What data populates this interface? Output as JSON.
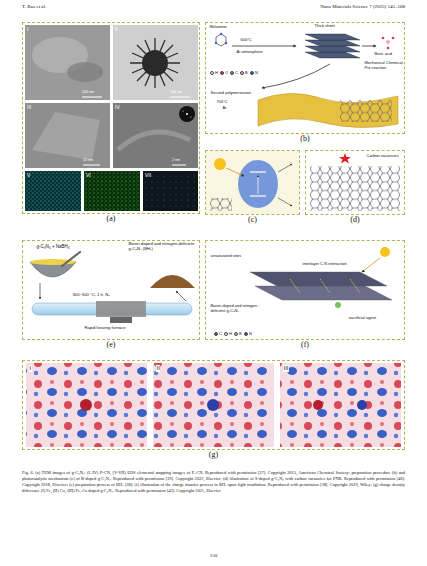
{
  "diagram": {
    "caption": "Fig. 6. (a) TEM images of g-C₃N₄: (I–IV) P-CN, (V-VII) EDS elemental mapping images of P–CN. Reproduced with permission [37]. Copyright 2015, American Chemical Society; preparation procedure (b) and photocatalytic mechanism (c) of B-doped g-C₃N₄. Reproduced with permission [39]. Copyright 2022, Elsevier; (d) illustration of S-doped g-C₃N₄ with carbon vacancies for PNR. Reproduced with permission [40]. Copyright 2018, Elsevier; (e) preparation process of BHₓ [38]; (f) illustration of the charge transfer process in BHₓ upon light irradiation. Reproduced with permission [38]. Copyright 2019, Wiley; (g) charge density difference (I) Fe, (II) Co, (III) Fe–Co doped g-C₃N₄. Reproduced with permission [43]. Copyright 2021, Elsevier.",
    "nodes": [
      {
        "text": [
          "(a)"
        ]
      },
      {
        "text": [
          "(b)"
        ]
      },
      {
        "text": [
          "(c)"
        ]
      },
      {
        "text": [
          "(d)"
        ]
      },
      {
        "text": [
          "(e)"
        ]
      },
      {
        "text": [
          "(f)"
        ]
      },
      {
        "text": [
          "(g)"
        ]
      }
    ],
    "labels": [
      "T. Bao et al.",
      "Nano Materials Science 7 (2025) 145–168",
      "I",
      "II",
      "III",
      "IV",
      "V",
      "VI",
      "VII",
      "500 nm",
      "500 nm",
      "50 nm",
      "2 nm",
      "Melamine",
      "600°C",
      "Ar atmosphere",
      "Thick sheet",
      "Boric acid",
      "Mechanical Chemical Pre-reaction",
      "Second polymerization",
      "700°C",
      "Ar",
      "Carbon vacancies",
      "g-C₃N₄ + NaBH₄",
      "Boron-doped and nitrogen-deficient g-C₃N₄ (BHₓ)",
      "300~500 °C, 1 h, N₂",
      "Rapid heating furnace",
      "unsaturated sites",
      "interlayer C-N interaction",
      "Boron-doped and nitrogen-deficient g-C₃N₄",
      "sacrificial agent",
      "I",
      "II",
      "III",
      "150"
    ],
    "legend": [
      {
        "text": "H",
        "color": "#f2f2f2"
      },
      {
        "text": "O",
        "color": "#e23b3b"
      },
      {
        "text": "C",
        "color": "#8a8a8a"
      },
      {
        "text": "B",
        "color": "#f4a6c8"
      },
      {
        "text": "N",
        "color": "#3a5fd0"
      },
      {
        "text": "C",
        "color": "#6a6a6a"
      },
      {
        "text": "H",
        "color": "#f2f2f2"
      },
      {
        "text": "B",
        "color": "#f4a6c8"
      },
      {
        "text": "N",
        "color": "#3a5fd0"
      }
    ]
  }
}
